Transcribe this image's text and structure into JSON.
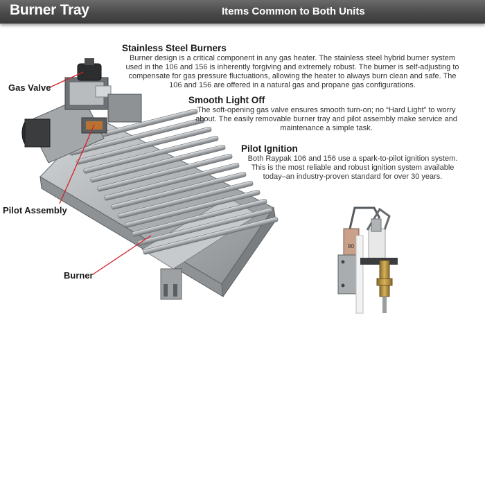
{
  "header": {
    "title": "Burner Tray",
    "subtitle": "Items Common to Both Units"
  },
  "sections": [
    {
      "heading": "Stainless Steel Burners",
      "body": "Burner design is a critical component in any gas heater.  The stainless steel hybrid burner system used in the 106 and 156 is inherently forgiving and extremely robust. The burner is self-adjusting to compensate for gas pressure fluctuations, allowing the heater to always burn clean and safe. The 106 and 156 are offered in a natural gas and propane gas configurations."
    },
    {
      "heading": "Smooth Light Off",
      "body": "The soft-opening gas valve ensures smooth turn-on; no “Hard Light” to worry about. The easily removable burner tray and pilot assembly make service and maintenance a simple task."
    },
    {
      "heading": "Pilot Ignition",
      "body": "Both Raypak 106 and 156 use a spark-to-pilot ignition system.  This is the most reliable and robust ignition system available today–an industry-proven standard for over 30 years."
    }
  ],
  "callouts": {
    "gas_valve": "Gas Valve",
    "pilot_assembly": "Pilot Assembly",
    "burner": "Burner"
  },
  "pilot_photo": {
    "tag_text": "90"
  },
  "colors": {
    "header_bg": "#4a4a4a",
    "callout_line": "#d0202a",
    "steel": "#b8bcbf"
  }
}
